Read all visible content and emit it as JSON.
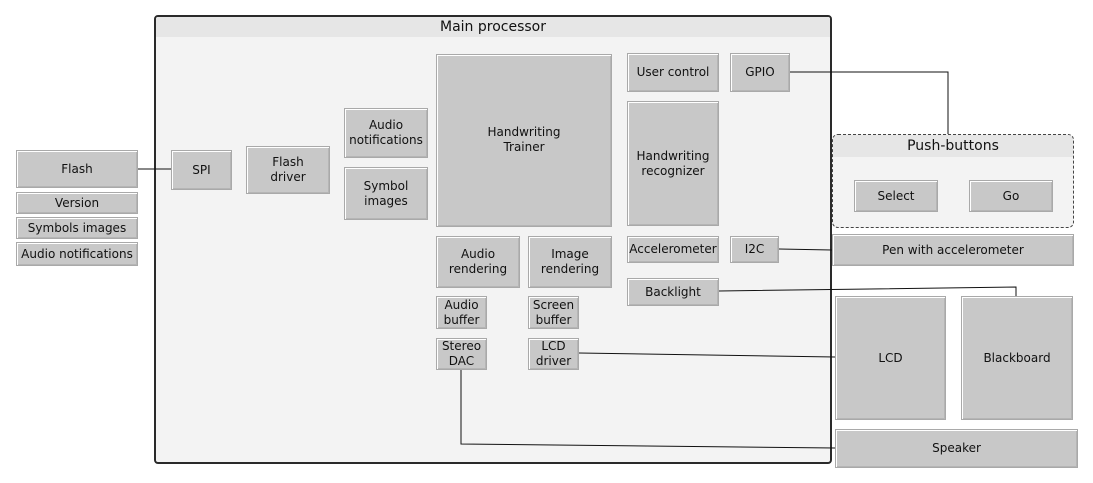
{
  "main_processor": {
    "title": "Main processor"
  },
  "push_buttons": {
    "title": "Push-buttons",
    "select": "Select",
    "go": "Go"
  },
  "flash_stack": {
    "flash": "Flash",
    "version": "Version",
    "symbols_images": "Symbols images",
    "audio_notifications": "Audio notifications"
  },
  "blocks": {
    "spi": "SPI",
    "flash_driver": "Flash\ndriver",
    "audio_notifications": "Audio\nnotifications",
    "symbol_images": "Symbol\nimages",
    "handwriting_trainer": "Handwriting\nTrainer",
    "user_control": "User control",
    "gpio": "GPIO",
    "handwriting_recognizer": "Handwriting\nrecognizer",
    "accelerometer": "Accelerometer",
    "i2c": "I2C",
    "audio_rendering": "Audio\nrendering",
    "image_rendering": "Image\nrendering",
    "backlight": "Backlight",
    "audio_buffer": "Audio\nbuffer",
    "screen_buffer": "Screen\nbuffer",
    "stereo_dac": "Stereo\nDAC",
    "lcd_driver": "LCD\ndriver"
  },
  "external": {
    "pen_with_accelerometer": "Pen with accelerometer",
    "lcd": "LCD",
    "blackboard": "Blackboard",
    "speaker": "Speaker"
  },
  "colors": {
    "block_fill": "#c8c8c8",
    "container_fill": "#f3f3f3",
    "header_fill": "#e6e6e6",
    "line": "#111111"
  }
}
